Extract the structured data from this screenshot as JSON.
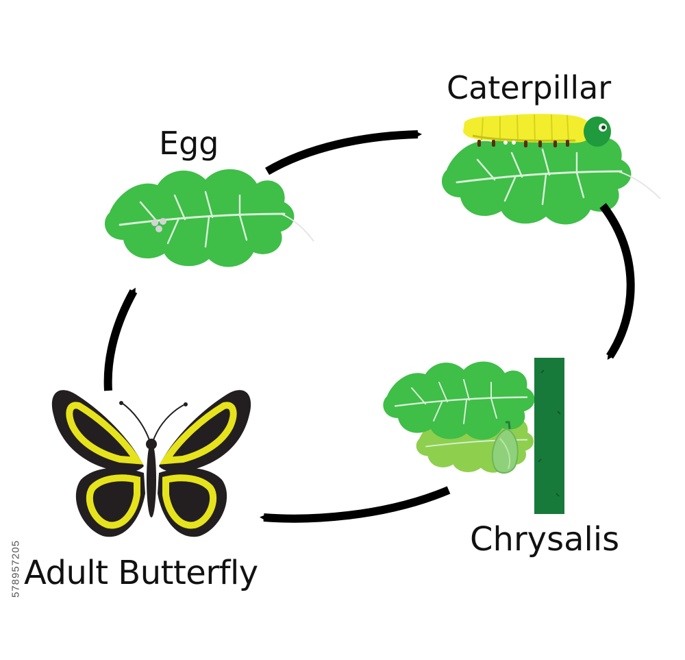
{
  "stages": {
    "egg": "Egg",
    "caterpillar": "Caterpillar",
    "chrysalis": "Chrysalis",
    "adult": "Adult Butterfly"
  },
  "watermark_id": "578957205",
  "colors": {
    "leaf_green": "#3fbe48",
    "leaf_light": "#8fcf4e",
    "stem_green": "#177a3a",
    "caterpillar_yellow": "#f2ee2e",
    "butterfly_black": "#231f20",
    "butterfly_yellow": "#e6e31c",
    "arrow_black": "#000000"
  },
  "icons": [
    "leaf-icon",
    "egg-cluster-icon",
    "caterpillar-icon",
    "chrysalis-icon",
    "stem-icon",
    "butterfly-icon",
    "arrow-icon"
  ]
}
